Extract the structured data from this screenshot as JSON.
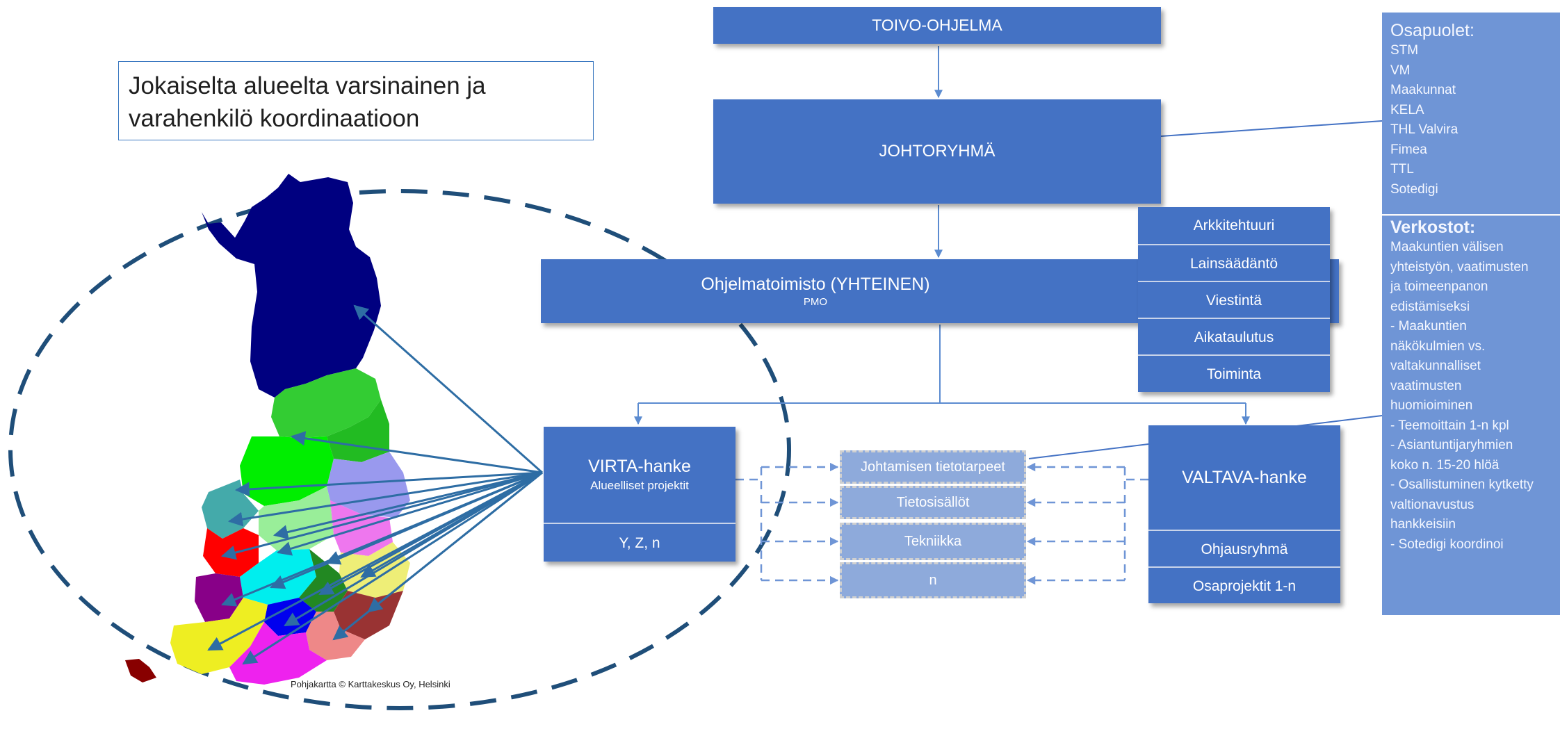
{
  "note": {
    "line1": "Jokaiselta alueelta varsinainen ja",
    "line2": "varahenkilö koordinaatioon"
  },
  "map": {
    "caption": "Pohjakartta © Karttakeskus Oy, Helsinki"
  },
  "org": {
    "toivo": "TOIVO-OHJELMA",
    "johtoryhma": "JOHTORYHMÄ",
    "pmo_title": "Ohjelmatoimisto (YHTEINEN)",
    "pmo_sub": "PMO",
    "pmo_tasks": [
      "Arkkitehtuuri",
      "Lainsäädäntö",
      "Viestintä",
      "Aikataulutus",
      "Toiminta"
    ],
    "virta_title": "VIRTA-hanke",
    "virta_sub": "Alueelliset projektit",
    "virta_footer": "Y, Z, n",
    "middle_items": [
      "Johtamisen tietotarpeet",
      "Tietosisällöt",
      "Tekniikka",
      "n"
    ],
    "valtava_title": "VALTAVA-hanke",
    "valtava_rows": [
      "Ohjausryhmä",
      "Osaprojektit 1-n"
    ]
  },
  "osapuolet": {
    "title": "Osapuolet:",
    "items": [
      "STM",
      "VM",
      "Maakunnat",
      "KELA",
      "THL Valvira",
      "Fimea",
      "TTL",
      "Sotedigi"
    ]
  },
  "verkostot": {
    "title": "Verkostot:",
    "lines": [
      "Maakuntien välisen",
      "yhteistyön, vaatimusten",
      "ja toimeenpanon",
      "edistämiseksi",
      "- Maakuntien",
      "näkökulmien vs.",
      "valtakunnalliset",
      "vaatimusten",
      "huomioiminen",
      "- Teemoittain 1-n kpl",
      "- Asiantuntijaryhmien",
      "koko n. 15-20 hlöä",
      "- Osallistuminen kytketty",
      "valtionavustus",
      "hankkeisiin",
      "- Sotedigi koordinoi"
    ]
  },
  "colors": {
    "box": "#4472c4",
    "middle": "#8eaadb",
    "panel": "#6f95d6",
    "arrow": "#2e6da4",
    "ellipse": "#1f4e79"
  }
}
